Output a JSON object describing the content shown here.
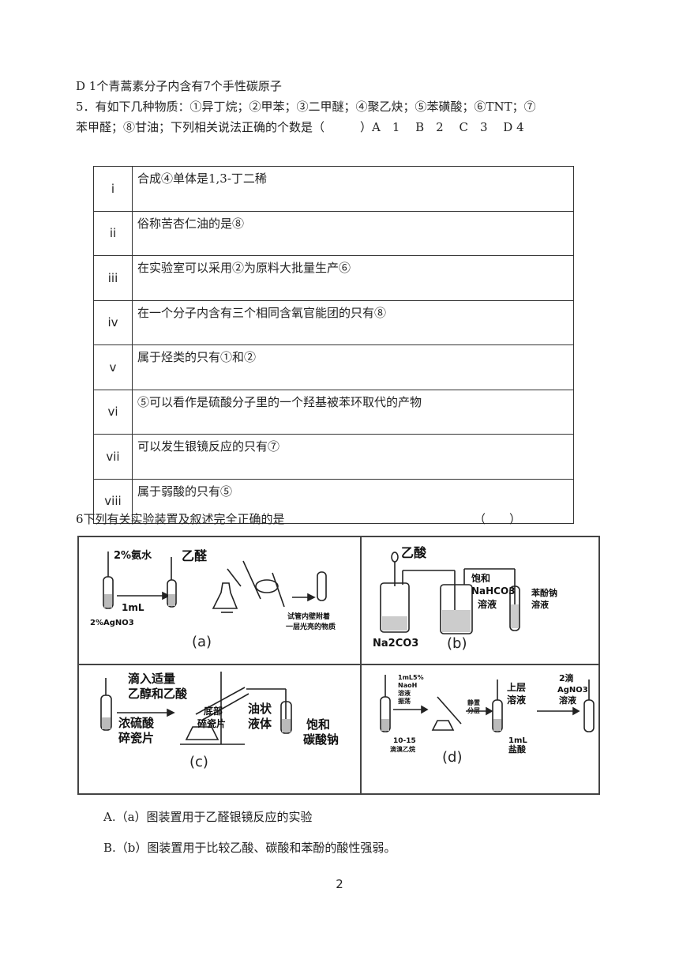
{
  "q4_tail": "D 1个青蒿素分子内含有7个手性碳原子",
  "q5": {
    "line1": "5．有如下几种物质：①异丁烷；②甲苯；③二甲醚；④聚乙炔；⑤苯磺酸；⑥TNT；⑦",
    "line2": "苯甲醛；⑧甘油；下列相关说法正确的个数是（　　　）A　1　 B　2　 C　3　 D 4",
    "statements": [
      {
        "num": "i",
        "text": "合成④单体是1,3-丁二稀"
      },
      {
        "num": "ii",
        "text": " 俗称苦杏仁油的是⑧"
      },
      {
        "num": "iii",
        "text": "在实验室可以采用②为原料大批量生产⑥"
      },
      {
        "num": "iv",
        "text": "在一个分子内含有三个相同含氧官能团的只有⑧"
      },
      {
        "num": "v",
        "text": "属于烃类的只有①和②"
      },
      {
        "num": "vi",
        "text": "⑤可以看作是硫酸分子里的一个羟基被苯环取代的产物"
      },
      {
        "num": "vii",
        "text": "可以发生银镜反应的只有⑦"
      },
      {
        "num": "viii",
        "text": " 属于弱酸的只有⑤"
      }
    ]
  },
  "q6": {
    "stem": "6下列有关实验装置及叙述完全正确的是",
    "paren": "（　　）",
    "figure": {
      "a": {
        "l1": "2%氨水",
        "l2": "乙醛",
        "l3": "1mL",
        "l4": "2%AgNO3",
        "l5": "试管内壁附着",
        "l6": "一层光亮的物质",
        "cap": "(a)"
      },
      "b": {
        "l1": "乙酸",
        "l2": "饱和",
        "l3": "NaHCO3",
        "l4": "溶液",
        "l5": "苯酚钠",
        "l6": "溶液",
        "l7": "Na2CO3",
        "cap": "(b)"
      },
      "c": {
        "l1": "滴入适量",
        "l2": "乙醇和乙酸",
        "l3": "浓硫酸",
        "l4": "碎瓷片",
        "l5": "底部",
        "l6": "碎瓷片",
        "l7": "油状",
        "l8": "液体",
        "l9": "饱和",
        "l10": "碳酸钠",
        "cap": "(c)"
      },
      "d": {
        "l1": "1mL5%",
        "l2": "NaoH",
        "l3": "溶液",
        "l4": "振荡",
        "l5": "10-15",
        "l6": "滴溴乙烷",
        "l7": "静置",
        "l8": "分层",
        "l9": "上层",
        "l10": "溶液",
        "l11": "1mL",
        "l12": "盐酸",
        "l13": "2滴",
        "l14": "AgNO3",
        "l15": "溶液",
        "cap": "(d)"
      }
    },
    "optA": "A.（a）图装置用于乙醛银镜反应的实验",
    "optB": "B.（b）图装置用于比较乙酸、碳酸和苯酚的酸性强弱。"
  },
  "page_number": "2"
}
